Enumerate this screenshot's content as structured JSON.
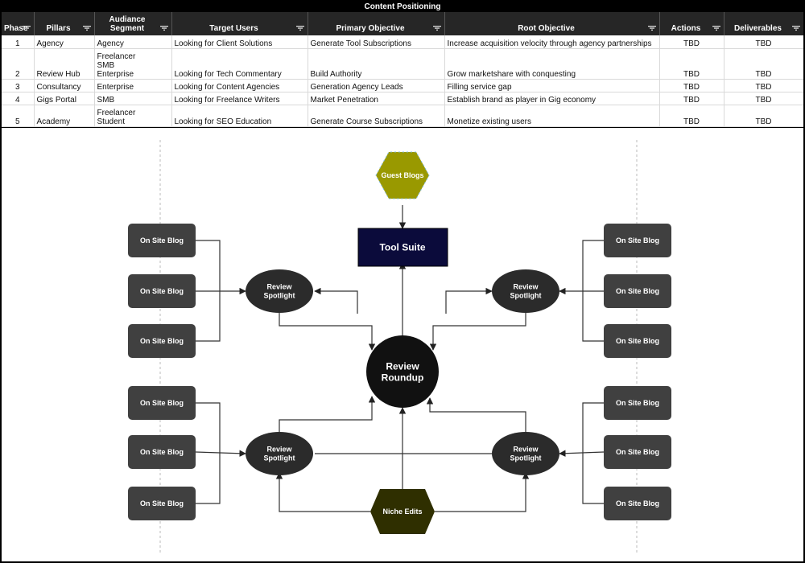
{
  "sheet_title": "Content Positioning",
  "columns": [
    {
      "label": "Phase"
    },
    {
      "label": "Pillars"
    },
    {
      "label": "Audiance Segment"
    },
    {
      "label": "Target Users"
    },
    {
      "label": "Primary Objective"
    },
    {
      "label": "Root Objective"
    },
    {
      "label": "Actions"
    },
    {
      "label": "Deliverables"
    }
  ],
  "rows": [
    {
      "phase": "1",
      "pillar": "Agency",
      "segment": [
        "Agency"
      ],
      "target": "Looking for Client Solutions",
      "primary": "Generate Tool Subscriptions",
      "root": "Increase acquisition velocity through agency partnerships",
      "actions": "TBD",
      "deliverables": "TBD"
    },
    {
      "phase": "2",
      "pillar": "Review Hub",
      "segment": [
        "Freelancer",
        "SMB",
        "Enterprise"
      ],
      "target": "Looking for Tech Commentary",
      "primary": "Build Authority",
      "root": "Grow marketshare with conquesting",
      "actions": "TBD",
      "deliverables": "TBD"
    },
    {
      "phase": "3",
      "pillar": "Consultancy",
      "segment": [
        "Enterprise"
      ],
      "target": "Looking for Content Agencies",
      "primary": "Generation Agency Leads",
      "root": "Filling service gap",
      "actions": "TBD",
      "deliverables": "TBD"
    },
    {
      "phase": "4",
      "pillar": "Gigs Portal",
      "segment": [
        "SMB"
      ],
      "target": "Looking for Freelance Writers",
      "primary": "Market Penetration",
      "root": "Establish brand as player in Gig economy",
      "actions": "TBD",
      "deliverables": "TBD"
    },
    {
      "phase": "5",
      "pillar": "Academy",
      "segment": [
        "Freelancer",
        "Student"
      ],
      "target": "Looking for SEO Education",
      "primary": "Generate Course Subscriptions",
      "root": "Monetize existing users",
      "actions": "TBD",
      "deliverables": "TBD"
    }
  ],
  "diagram": {
    "guest_blogs": "Guest Blogs",
    "tool_suite": "Tool Suite",
    "review_roundup": [
      "Review",
      "Roundup"
    ],
    "niche_edits": "Niche Edits",
    "review_spotlight": [
      "Review",
      "Spotlight"
    ],
    "on_site_blog": "On Site Blog",
    "colors": {
      "dark_node": "#2b2b2b",
      "blog_node": "#404040",
      "tool_suite": "#0b0b3b",
      "guest_blogs": "#999900",
      "niche_edits": "#2f2f00",
      "arrow": "#333333"
    }
  }
}
